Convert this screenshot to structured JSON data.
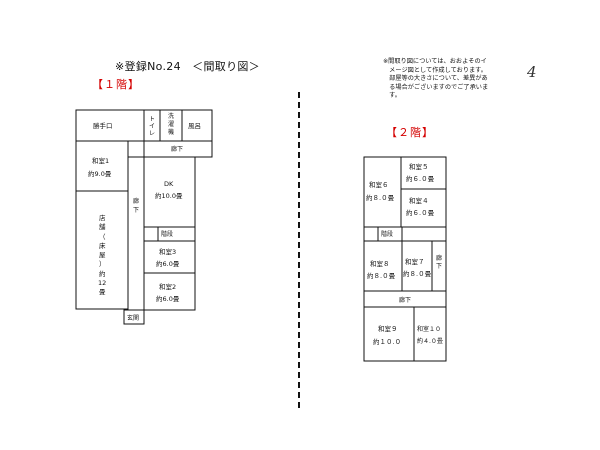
{
  "header": {
    "title": "※登録No.24　＜間取り図＞",
    "handwritten_number": "4"
  },
  "note": {
    "lines": [
      "※間取り図については、おおよそのイ",
      "　メージ図として作成しております。",
      "　部屋等の大きさについて、差異があ",
      "　る場合がございますのでご了承いま",
      "　す。"
    ]
  },
  "floor1": {
    "label": "【１階】",
    "rooms": {
      "katteguchi": "勝手口",
      "toilet": "トイレ",
      "sentaku_1": "洗",
      "sentaku_2": "濯",
      "sentaku_3": "機",
      "furo": "風呂",
      "rouka_top": "廊下",
      "washitsu1_name": "和室1",
      "washitsu1_size": "約9.0畳",
      "dk_name": "DK",
      "dk_size": "約10.0畳",
      "rouka_v_1": "廊",
      "rouka_v_2": "下",
      "kaidan": "階段",
      "tenpo_1": "店",
      "tenpo_2": "舗",
      "tenpo_3": "（",
      "tenpo_4": "床",
      "tenpo_5": "屋",
      "tenpo_6": "）",
      "tenpo_7": "約",
      "tenpo_8": "12",
      "tenpo_9": "畳",
      "washitsu3_name": "和室3",
      "washitsu3_size": "約6.0畳",
      "washitsu2_name": "和室2",
      "washitsu2_size": "約6.0畳",
      "genkan": "玄関"
    }
  },
  "floor2": {
    "label": "【２階】",
    "rooms": {
      "washitsu5_name": "和室５",
      "washitsu5_size": "約６.０畳",
      "washitsu6_name": "和室６",
      "washitsu6_size": "約８.０畳",
      "washitsu4_name": "和室４",
      "washitsu4_size": "約６.０畳",
      "kaidan": "階段",
      "washitsu8_name": "和室８",
      "washitsu8_size": "約８.０畳",
      "washitsu7_name": "和室７",
      "washitsu7_size": "約８.０畳",
      "rouka_side_1": "廊",
      "rouka_side_2": "下",
      "rouka_mid": "廊下",
      "washitsu9_name": "和室９",
      "washitsu9_size": "約１０.０",
      "washitsu10_name": "和室１０",
      "washitsu10_size": "約４.０畳"
    }
  }
}
